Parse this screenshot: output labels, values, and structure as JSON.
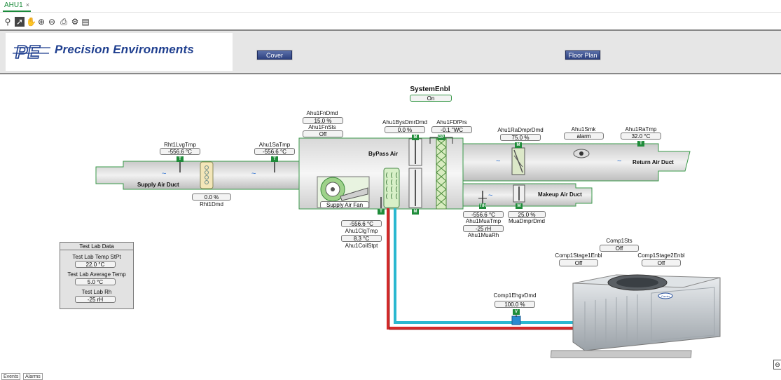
{
  "tab": {
    "title": "AHU1",
    "close": "×"
  },
  "header": {
    "logo_text": "Precision Environments",
    "logo_mark": "PE",
    "cover_btn": "Cover",
    "floorplan_btn": "Floor Plan"
  },
  "system": {
    "label": "SystemEnbl",
    "value": "On"
  },
  "points": {
    "rht1_lvg_tmp": {
      "label": "Rht1LvgTmp",
      "value": "-556.6 °C"
    },
    "ahu1_sa_tmp": {
      "label": "Ahu1SaTmp",
      "value": "-556.6 °C"
    },
    "ahu1_fn_dmd": {
      "label": "Ahu1FnDmd",
      "value": "15.0 %"
    },
    "ahu1_fn_sts": {
      "label": "Ahu1FnSts",
      "value": "Off"
    },
    "ahu1_bys_dmr_dmd": {
      "label": "Ahu1BysDmrDmd",
      "value": "0.0 %"
    },
    "ahu1_f_df_prs": {
      "label": "Ahu1FDfPrs",
      "value": "-0.1 \"WC"
    },
    "ahu1_ra_dmpr_dmd": {
      "label": "Ahu1RaDmprDmd",
      "value": "75.0 %"
    },
    "ahu1_smk": {
      "label": "Ahu1Smk",
      "value": "alarm"
    },
    "ahu1_ra_tmp": {
      "label": "Ahu1RaTmp",
      "value": "32.0 °C"
    },
    "rht1_dmd": {
      "label": "Rht1Dmd",
      "value": "0.0 %"
    },
    "ahu1_clg_tmp": {
      "label": "Ahu1ClgTmp",
      "value": "-556.6 °C"
    },
    "ahu1_coil_stpt": {
      "label": "Ahu1CoilStpt",
      "value": "8.3 °C"
    },
    "ahu1_mua_tmp": {
      "label": "Ahu1MuaTmp",
      "value": "-556.6 °C"
    },
    "ahu1_mua_rh": {
      "label": "Ahu1MuaRh",
      "value": "-25 rH"
    },
    "mua_dmpr_dmd": {
      "label": "MuaDmprDmd",
      "value": "25.0 %"
    },
    "comp1_sts": {
      "label": "Comp1Sts",
      "value": "Off"
    },
    "comp1_stage1_enbl": {
      "label": "Comp1Stage1Enbl",
      "value": "Off"
    },
    "comp1_stage2_enbl": {
      "label": "Comp1Stage2Enbl",
      "value": "Off"
    },
    "comp1_ehgv_dmd": {
      "label": "Comp1EhgvDmd",
      "value": "100.0 %"
    }
  },
  "diagram": {
    "supply_duct": "Supply Air Duct",
    "return_duct": "Return Air Duct",
    "makeup_duct": "Makeup Air Duct",
    "bypass": "ByPass Air",
    "fan": "Supply Air Fan",
    "tag_t": "T",
    "tag_m": "M",
    "tag_v": "V",
    "tag_dp": "DP",
    "tag_th": "T/H",
    "carrier": "Carrier"
  },
  "test_lab": {
    "title": "Test Lab Data",
    "temp_stpt_label": "Test Lab Temp StPt",
    "temp_stpt": "22.0 °C",
    "avg_temp_label": "Test Lab Average Temp",
    "avg_temp": "5.0 °C",
    "rh_label": "Test Lab Rh",
    "rh": "-25 rH"
  },
  "footer": {
    "events": "Events",
    "alarms": "Alarms"
  }
}
